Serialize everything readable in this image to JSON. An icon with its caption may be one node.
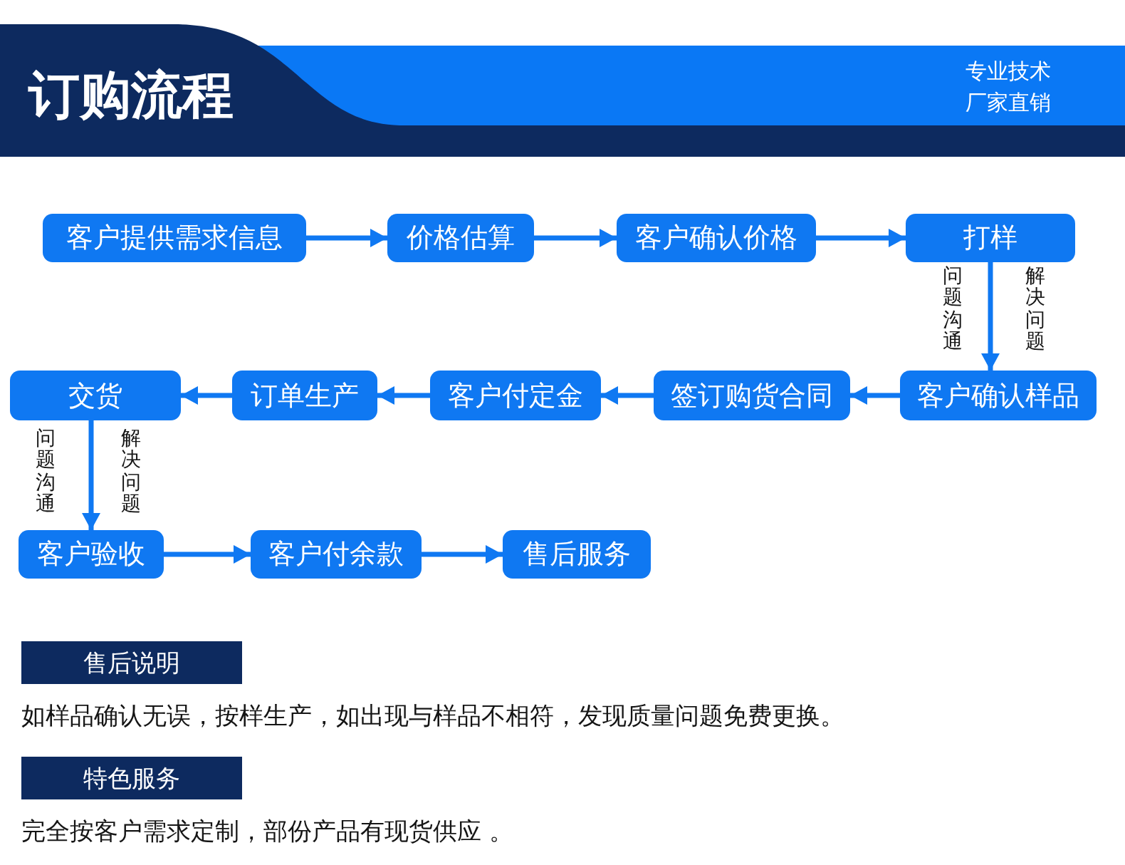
{
  "diagram": {
    "title": "订购流程",
    "nodes": [
      {
        "text": [
          "客户提供需求信息"
        ]
      },
      {
        "text": [
          "价格估算"
        ]
      },
      {
        "text": [
          "客户确认价格"
        ]
      },
      {
        "text": [
          "打样"
        ]
      },
      {
        "text": [
          "客户确认样品"
        ]
      },
      {
        "text": [
          "签订购货合同"
        ]
      },
      {
        "text": [
          "客户付定金"
        ]
      },
      {
        "text": [
          "订单生产"
        ]
      },
      {
        "text": [
          "交货"
        ]
      },
      {
        "text": [
          "客户验收"
        ]
      },
      {
        "text": [
          "客户付余款"
        ]
      },
      {
        "text": [
          "售后服务"
        ]
      },
      {
        "text": [
          "售后说明"
        ],
        "beside": [
          "如样品确认无误，按样生产，如出现与样品不相符，发现质量问题免费更换。"
        ]
      },
      {
        "text": [
          "特色服务"
        ],
        "beside": [
          "完全按客户需求定制，部份产品有现货供应 。"
        ]
      }
    ],
    "edges": [
      {
        "from": 0,
        "to": 1,
        "arrow": "to"
      },
      {
        "from": 1,
        "to": 2,
        "arrow": "to"
      },
      {
        "from": 2,
        "to": 3,
        "arrow": "to"
      },
      {
        "from": 3,
        "to": 4,
        "arrow": "to"
      },
      {
        "from": 4,
        "to": 5,
        "arrow": "to"
      },
      {
        "from": 5,
        "to": 6,
        "arrow": "to"
      },
      {
        "from": 6,
        "to": 7,
        "arrow": "to"
      },
      {
        "from": 7,
        "to": 8,
        "arrow": "to"
      },
      {
        "from": 8,
        "to": 9,
        "arrow": "to"
      },
      {
        "from": 9,
        "to": 10,
        "arrow": "to"
      },
      {
        "from": 10,
        "to": 11,
        "arrow": "to"
      }
    ],
    "labels": [
      "专业技术",
      "厂家直销",
      "问题沟通",
      "解决问题",
      "问题沟通",
      "解决问题"
    ]
  }
}
